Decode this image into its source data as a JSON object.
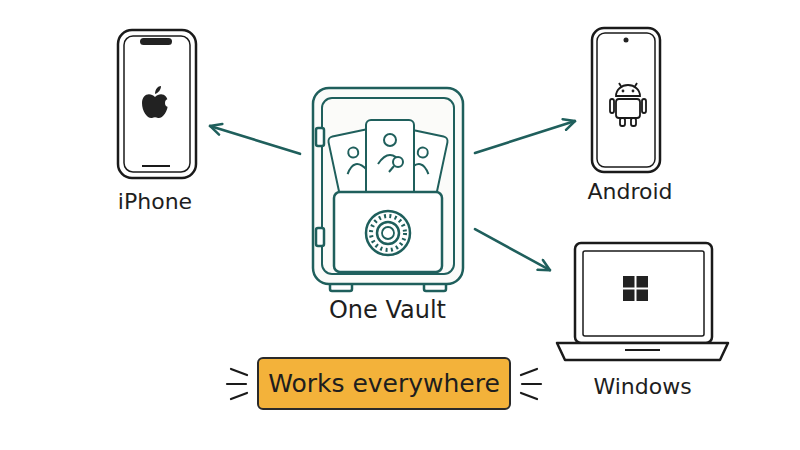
{
  "diagram": {
    "nodes": [
      {
        "text": [
          "iPhone"
        ]
      },
      {
        "text": [
          "One Vault"
        ]
      },
      {
        "text": [
          "Android"
        ]
      },
      {
        "text": [
          "Windows"
        ]
      },
      {
        "text": [
          "Works everywhere"
        ]
      }
    ],
    "edges": [
      {
        "from": 1,
        "to": 0,
        "arrow": "to"
      },
      {
        "from": 1,
        "to": 2,
        "arrow": "to"
      },
      {
        "from": 1,
        "to": 3,
        "arrow": "to"
      }
    ]
  }
}
